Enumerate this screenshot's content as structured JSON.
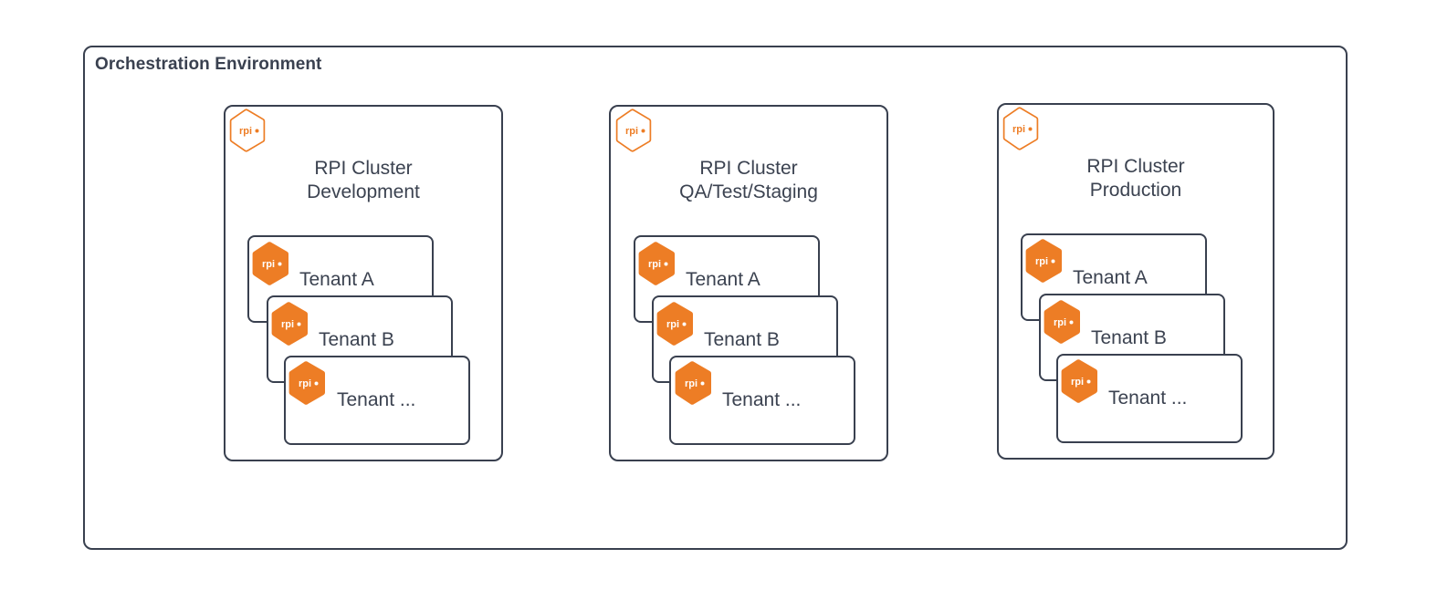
{
  "diagram": {
    "type": "architecture-diagram",
    "background_color": "#ffffff",
    "border_color": "#39404f",
    "text_color": "#3b4250",
    "accent_color": "#ed7d25",
    "environment": {
      "title": "Orchestration Environment"
    },
    "icon_label": "rpi",
    "clusters": [
      {
        "id": "development",
        "title": "RPI Cluster\nDevelopment",
        "title_line1": "RPI Cluster",
        "title_line2": "Development",
        "icon": "rpi-hexagon-outline-icon",
        "tenants": [
          {
            "label": "Tenant A",
            "icon": "rpi-hexagon-filled-icon"
          },
          {
            "label": "Tenant B",
            "icon": "rpi-hexagon-filled-icon"
          },
          {
            "label": "Tenant ...",
            "icon": "rpi-hexagon-filled-icon"
          }
        ]
      },
      {
        "id": "qa-test-staging",
        "title": "RPI Cluster\nQA/Test/Staging",
        "title_line1": "RPI Cluster",
        "title_line2": "QA/Test/Staging",
        "icon": "rpi-hexagon-outline-icon",
        "tenants": [
          {
            "label": "Tenant A",
            "icon": "rpi-hexagon-filled-icon"
          },
          {
            "label": "Tenant B",
            "icon": "rpi-hexagon-filled-icon"
          },
          {
            "label": "Tenant ...",
            "icon": "rpi-hexagon-filled-icon"
          }
        ]
      },
      {
        "id": "production",
        "title": "RPI Cluster\nProduction",
        "title_line1": "RPI Cluster",
        "title_line2": "Production",
        "icon": "rpi-hexagon-outline-icon",
        "tenants": [
          {
            "label": "Tenant A",
            "icon": "rpi-hexagon-filled-icon"
          },
          {
            "label": "Tenant B",
            "icon": "rpi-hexagon-filled-icon"
          },
          {
            "label": "Tenant ...",
            "icon": "rpi-hexagon-filled-icon"
          }
        ]
      }
    ]
  }
}
